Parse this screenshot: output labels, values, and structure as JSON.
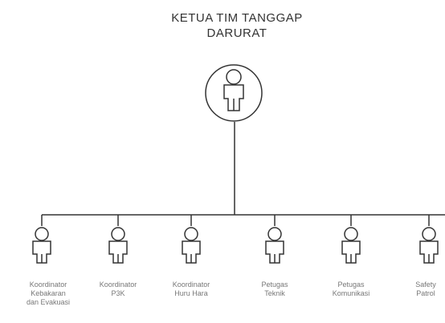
{
  "title": {
    "line1": "KETUA TIM TANGGAP",
    "line2": "DARURAT"
  },
  "members": [
    {
      "label": "Koordinator\nKebakaran\ndan Evakuasi"
    },
    {
      "label": "Koordinator\nP3K"
    },
    {
      "label": "Koordinator\nHuru Hara"
    },
    {
      "label": "Petugas\nTeknik"
    },
    {
      "label": "Petugas\nKomunikasi"
    },
    {
      "label": "Safety\nPatrol"
    }
  ],
  "colors": {
    "line": "#333333",
    "text": "#777777"
  },
  "icon": "person-icon"
}
